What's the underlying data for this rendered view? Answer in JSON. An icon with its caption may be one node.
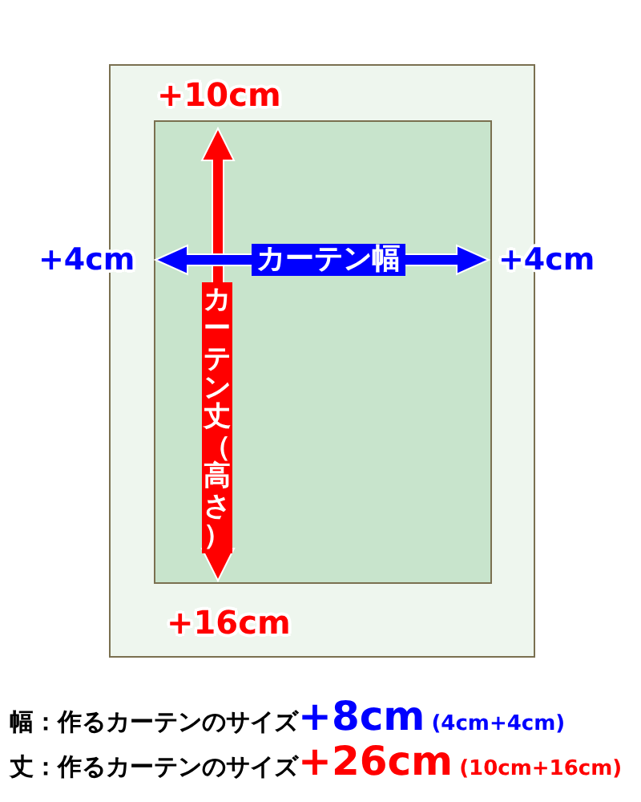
{
  "diagram": {
    "nodes": [
      {
        "text": [],
        "shape": "box"
      },
      {
        "text": [],
        "shape": "box",
        "in": 0
      }
    ],
    "labels": [
      "+10cm",
      "+4cm",
      "カーテン幅",
      "+4cm",
      "カーテン丈（高さ）",
      "+16cm",
      "幅：作るカーテンのサイズ",
      "+8cm",
      "(4cm+4cm)",
      "丈：作るカーテンのサイズ",
      "+26cm",
      "(10cm+16cm)"
    ]
  }
}
